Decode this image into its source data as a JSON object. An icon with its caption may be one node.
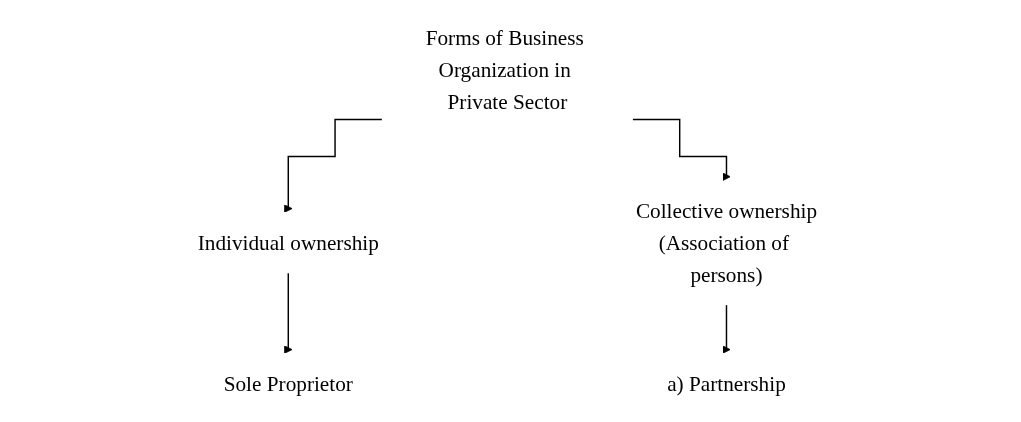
{
  "diagram": {
    "nodes": [
      {
        "text": [
          "Forms of Business Organization in Private Sector"
        ]
      },
      {
        "text": [
          "Individual ownership"
        ]
      },
      {
        "text": [
          "Collective ownership",
          "(Association of persons)"
        ]
      },
      {
        "text": [
          "Sole Proprietor"
        ]
      },
      {
        "text": [
          "a)  Partnership"
        ]
      }
    ],
    "edges": [
      {
        "from": 0,
        "to": 1,
        "arrow": "to"
      },
      {
        "from": 0,
        "to": 2,
        "arrow": "to"
      },
      {
        "from": 1,
        "to": 3,
        "arrow": "to"
      },
      {
        "from": 2,
        "to": 4,
        "arrow": "to"
      }
    ]
  }
}
